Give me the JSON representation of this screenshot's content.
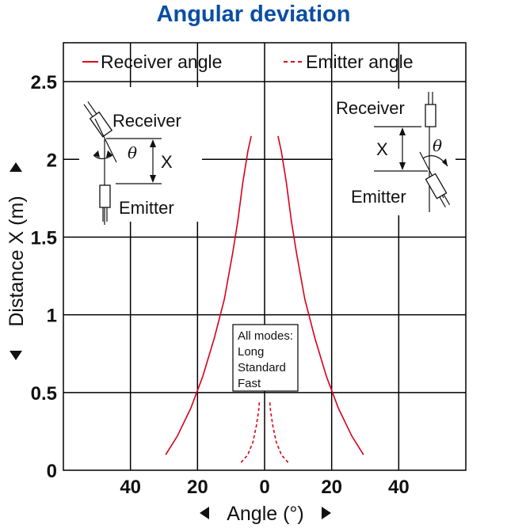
{
  "colors": {
    "title": "#0a4ea2",
    "series": "#d7001a",
    "grid": "#000000"
  },
  "chart_data": {
    "type": "line",
    "title": "Angular deviation",
    "xlabel": "Angle (°)",
    "ylabel": "Distance X (m)",
    "xlim": [
      -60,
      60
    ],
    "ylim": [
      0,
      2.75
    ],
    "x_tick_values": [
      -40,
      -20,
      0,
      20,
      40
    ],
    "x_tick_labels": [
      "40",
      "20",
      "0",
      "20",
      "40"
    ],
    "y_tick_values": [
      0,
      0.5,
      1,
      1.5,
      2,
      2.5
    ],
    "y_tick_labels": [
      "0",
      "0.5",
      "1",
      "1.5",
      "2",
      "2.5"
    ],
    "grid": true,
    "legend_position": "top",
    "series": [
      {
        "name": "Receiver angle",
        "style": "solid",
        "left": {
          "x": [
            -29.5,
            -26,
            -22,
            -18.5,
            -15,
            -12,
            -9.5,
            -8,
            -6.5,
            -5,
            -4
          ],
          "y": [
            0.1,
            0.22,
            0.4,
            0.6,
            0.85,
            1.1,
            1.4,
            1.6,
            1.85,
            2.05,
            2.15
          ]
        },
        "right": {
          "x": [
            29.5,
            26,
            22,
            18.5,
            15,
            12,
            9.5,
            8,
            6.5,
            5,
            4
          ],
          "y": [
            0.1,
            0.22,
            0.4,
            0.6,
            0.85,
            1.1,
            1.4,
            1.6,
            1.85,
            2.05,
            2.15
          ]
        }
      },
      {
        "name": "Emitter angle",
        "style": "dashed",
        "left": {
          "x": [
            -7,
            -5,
            -3.5,
            -2.5,
            -1.8,
            -1.5
          ],
          "y": [
            0.05,
            0.1,
            0.18,
            0.28,
            0.38,
            0.45
          ]
        },
        "right": {
          "x": [
            7,
            5,
            3.5,
            2.5,
            1.8,
            1.5
          ],
          "y": [
            0.05,
            0.1,
            0.18,
            0.28,
            0.38,
            0.45
          ]
        }
      }
    ]
  },
  "annotation": {
    "lines": [
      "All modes:",
      "Long",
      "Standard",
      "Fast"
    ]
  },
  "diagram_left": {
    "receiver_label": "Receiver",
    "emitter_label": "Emitter",
    "theta_label": "θ",
    "x_label": "X"
  },
  "diagram_right": {
    "receiver_label": "Receiver",
    "emitter_label": "Emitter",
    "theta_label": "θ",
    "x_label": "X"
  }
}
